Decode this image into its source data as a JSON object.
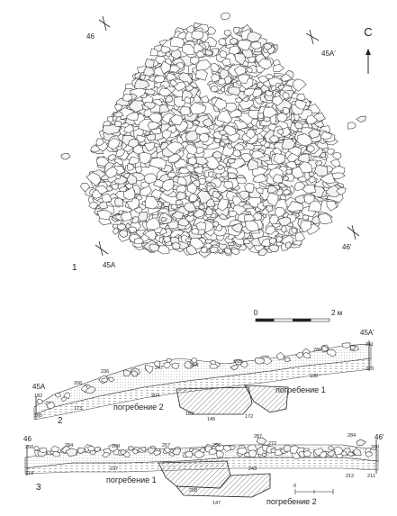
{
  "north": {
    "letter": "С"
  },
  "plan": {
    "figure_number": "1",
    "section_markers": {
      "s46": "46",
      "s45a_prime": "45А'",
      "s45a": "45А",
      "s46_prime": "46'"
    }
  },
  "scale_bar": {
    "start": "0",
    "end": "2 м"
  },
  "profile2": {
    "figure_number": "2",
    "left_label": "45А",
    "right_label": "45А'",
    "burial_a": "погребение 1",
    "burial_b": "погребение 2",
    "elevations": [
      "182",
      "165",
      "173",
      "206",
      "236",
      "204",
      "247",
      "182",
      "145",
      "172",
      "254",
      "209",
      "198",
      "286",
      "311",
      "273"
    ]
  },
  "profile3": {
    "figure_number": "3",
    "left_label": "46",
    "right_label": "46'",
    "burial_a": "погребение 1",
    "burial_b": "погребение 2",
    "small_scale": "0",
    "elevations": [
      "250",
      "219",
      "284",
      "209",
      "237",
      "257",
      "256",
      "287",
      "272",
      "243",
      "208",
      "284",
      "260",
      "212",
      "211",
      "147"
    ]
  }
}
